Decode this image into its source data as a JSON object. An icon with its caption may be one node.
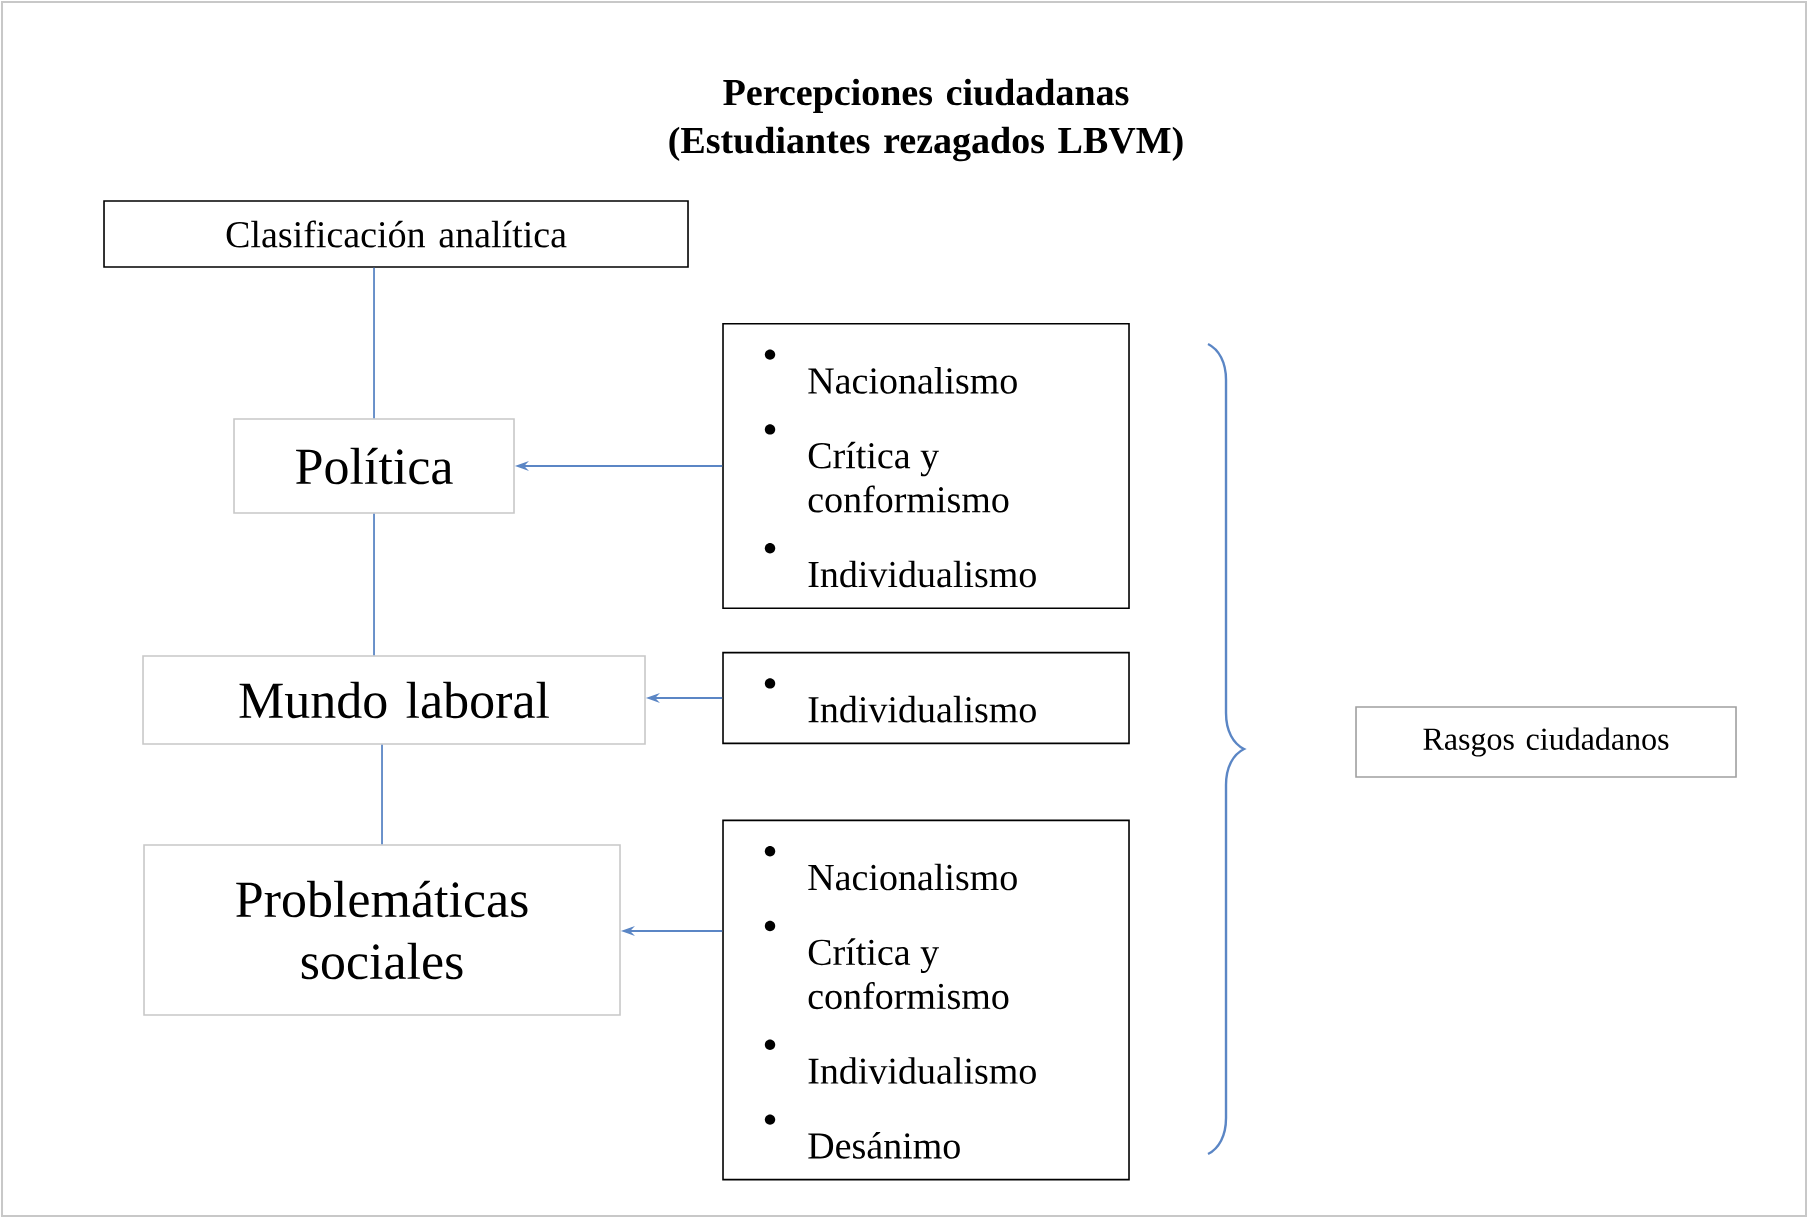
{
  "diagram": {
    "title": "Percepciones ciudadanas (Estudiantes rezagados LBVM)",
    "nodes": [
      {
        "text": [
          "Clasificación analítica"
        ]
      },
      {
        "text": [
          "Política"
        ]
      },
      {
        "text": [
          "Nacionalismo",
          "Crítica y conformismo",
          "Individualismo"
        ]
      },
      {
        "text": [
          "Mundo laboral"
        ]
      },
      {
        "text": [
          "Individualismo"
        ]
      },
      {
        "text": [
          "Problemáticas sociales"
        ]
      },
      {
        "text": [
          "Nacionalismo",
          "Crítica y conformismo",
          "Individualismo",
          "Desánimo"
        ]
      },
      {
        "text": [
          "Rasgos ciudadanos"
        ]
      }
    ],
    "edges": [
      {
        "from": 0,
        "to": 1,
        "arrow": "none"
      },
      {
        "from": 1,
        "to": 3,
        "arrow": "none"
      },
      {
        "from": 3,
        "to": 5,
        "arrow": "none"
      },
      {
        "from": 2,
        "to": 1,
        "arrow": "to"
      },
      {
        "from": 4,
        "to": 3,
        "arrow": "to"
      },
      {
        "from": 6,
        "to": 5,
        "arrow": "to"
      }
    ]
  }
}
